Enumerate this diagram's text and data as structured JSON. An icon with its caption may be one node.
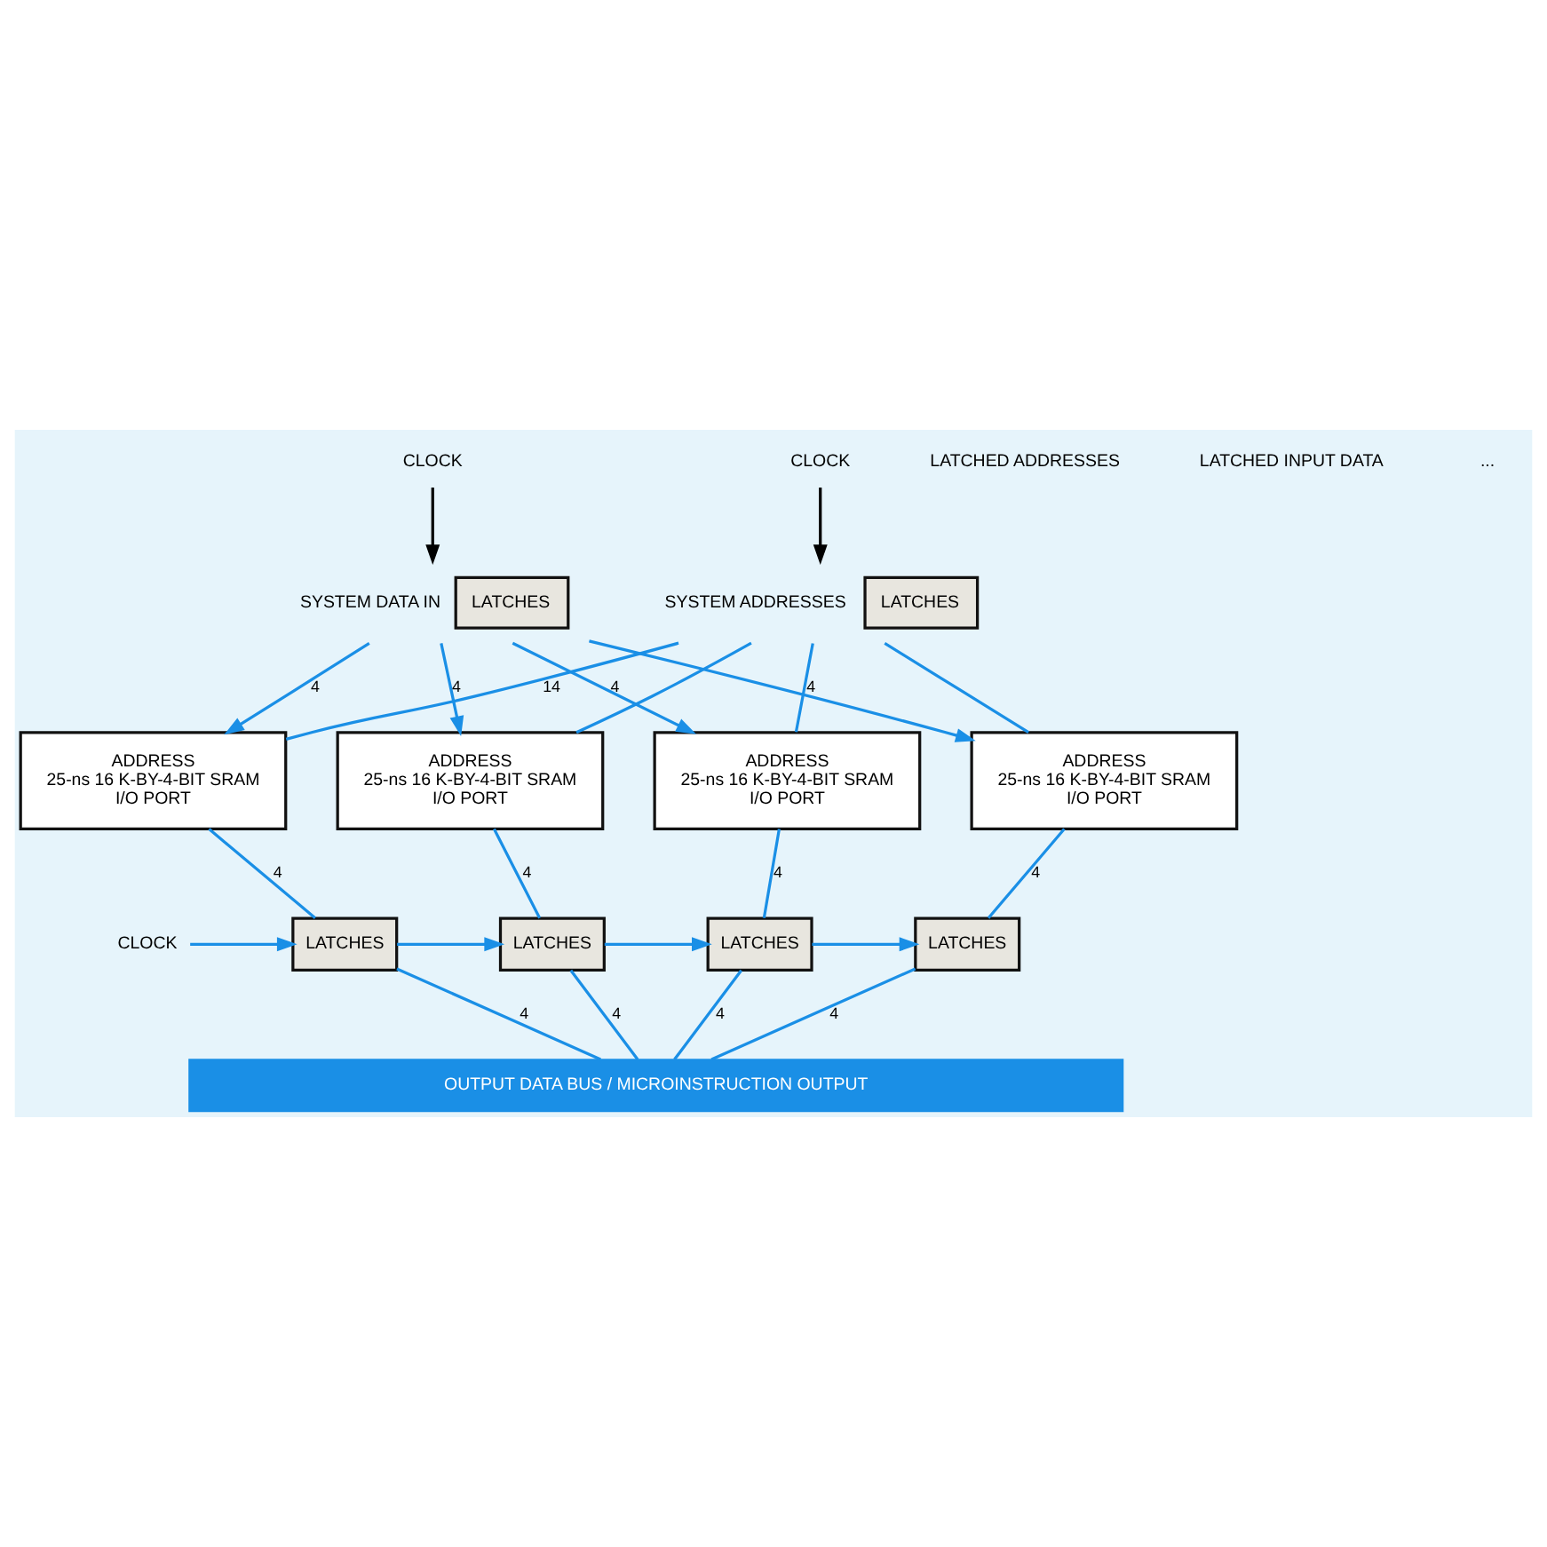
{
  "diagram": {
    "nodes": [
      {
        "text": [
          "CLOCK"
        ]
      },
      {
        "text": [
          "LATCHES"
        ],
        "beside": [
          "SYSTEM ADDRESSES"
        ]
      },
      {
        "text": [
          "ADDRESS",
          "25-ns 16 K-BY-4-BIT SRAM",
          "I/O PORT"
        ]
      },
      {
        "text": [
          "ADDRESS",
          "25-ns 16 K-BY-4-BIT SRAM",
          "I/O PORT"
        ]
      },
      {
        "text": [
          "ADDRESS",
          "25-ns 16 K-BY-4-BIT SRAM",
          "I/O PORT"
        ]
      },
      {
        "text": [
          "ADDRESS",
          "25-ns 16 K-BY-4-BIT SRAM",
          "I/O PORT"
        ]
      },
      {
        "text": [
          "CLOCK"
        ]
      },
      {
        "text": [
          "LATCHES"
        ],
        "beside": [
          "SYSTEM DATA IN"
        ]
      },
      {
        "text": [
          "CLOCK"
        ]
      },
      {
        "text": [
          "LATCHES"
        ]
      },
      {
        "text": [
          "LATCHES"
        ]
      },
      {
        "text": [
          "LATCHES"
        ]
      },
      {
        "text": [
          "LATCHES"
        ]
      },
      {
        "text": [
          "OUTPUT DATA BUS / MICROINSTRUCTION OUTPUT"
        ]
      }
    ],
    "edges": [
      {
        "from": 0,
        "to": 1,
        "arrow": "to",
        "color": "#000000"
      },
      {
        "from": 1,
        "to": 2,
        "arrow": "none",
        "label": "14"
      },
      {
        "from": 1,
        "to": 3,
        "arrow": "none"
      },
      {
        "from": 1,
        "to": 4,
        "arrow": "none"
      },
      {
        "from": 1,
        "to": 5,
        "arrow": "none"
      },
      {
        "from": 6,
        "to": 7,
        "arrow": "to",
        "color": "#000000"
      },
      {
        "from": 7,
        "to": 2,
        "arrow": "to",
        "label": "4"
      },
      {
        "from": 7,
        "to": 3,
        "arrow": "to",
        "label": "4"
      },
      {
        "from": 7,
        "to": 4,
        "arrow": "to",
        "label": "4"
      },
      {
        "from": 7,
        "to": 5,
        "arrow": "to",
        "label": "4"
      },
      {
        "from": 2,
        "to": 9,
        "arrow": "none",
        "label": "4"
      },
      {
        "from": 3,
        "to": 10,
        "arrow": "none",
        "label": "4"
      },
      {
        "from": 4,
        "to": 11,
        "arrow": "none",
        "label": "4"
      },
      {
        "from": 5,
        "to": 12,
        "arrow": "none",
        "label": "4"
      },
      {
        "from": 8,
        "to": 9,
        "arrow": "to"
      },
      {
        "from": 9,
        "to": 10,
        "arrow": "to"
      },
      {
        "from": 10,
        "to": 11,
        "arrow": "to"
      },
      {
        "from": 11,
        "to": 12,
        "arrow": "to"
      },
      {
        "from": 9,
        "to": 13,
        "arrow": "none",
        "label": "4"
      },
      {
        "from": 10,
        "to": 13,
        "arrow": "none",
        "label": "4"
      },
      {
        "from": 11,
        "to": 13,
        "arrow": "none",
        "label": "4"
      },
      {
        "from": 12,
        "to": 13,
        "arrow": "none",
        "label": "4"
      }
    ],
    "labels": [
      "LATCHED ADDRESSES",
      "LATCHED INPUT DATA",
      "..."
    ]
  }
}
